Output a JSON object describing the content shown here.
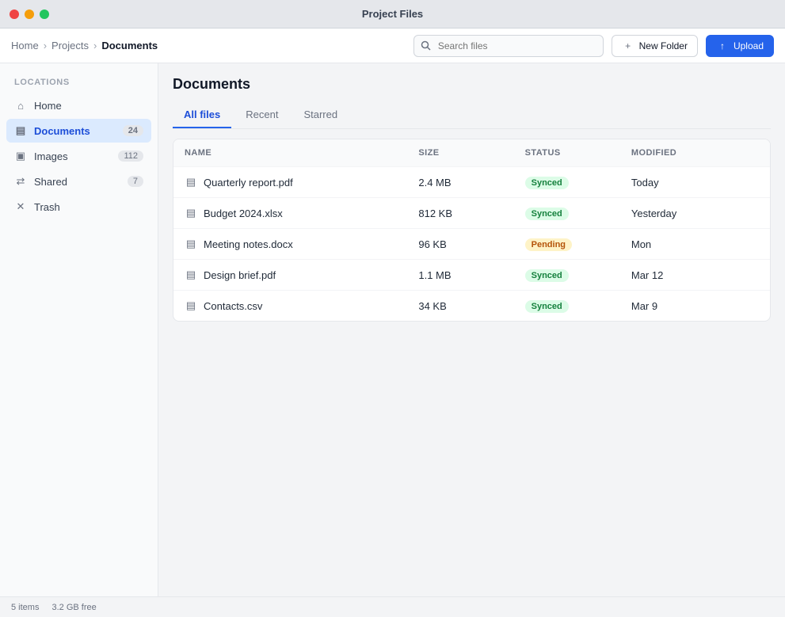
{
  "app": {
    "title": "Project Files"
  },
  "breadcrumb": [
    "Home",
    "Projects",
    "Documents"
  ],
  "search": {
    "placeholder": "Search files",
    "value": ""
  },
  "toolbar": {
    "upload_label": "Upload",
    "new_label": "New Folder"
  },
  "sidebar": {
    "heading": "Locations",
    "items": [
      {
        "label": "Home",
        "count": ""
      },
      {
        "label": "Documents",
        "count": "24"
      },
      {
        "label": "Images",
        "count": "112"
      },
      {
        "label": "Shared",
        "count": "7"
      },
      {
        "label": "Trash",
        "count": ""
      }
    ]
  },
  "main": {
    "title": "Documents",
    "tabs": [
      "All files",
      "Recent",
      "Starred"
    ],
    "columns": [
      "Name",
      "Size",
      "Status",
      "Modified"
    ],
    "rows": [
      {
        "name": "Quarterly report.pdf",
        "size": "2.4 MB",
        "status": "Synced",
        "modified": "Today"
      },
      {
        "name": "Budget 2024.xlsx",
        "size": "812 KB",
        "status": "Synced",
        "modified": "Yesterday"
      },
      {
        "name": "Meeting notes.docx",
        "size": "96 KB",
        "status": "Pending",
        "modified": "Mon"
      },
      {
        "name": "Design brief.pdf",
        "size": "1.1 MB",
        "status": "Synced",
        "modified": "Mar 12"
      },
      {
        "name": "Contacts.csv",
        "size": "34 KB",
        "status": "Synced",
        "modified": "Mar 9"
      }
    ]
  },
  "status": {
    "items_label": "5 items",
    "storage_label": "3.2 GB free"
  }
}
